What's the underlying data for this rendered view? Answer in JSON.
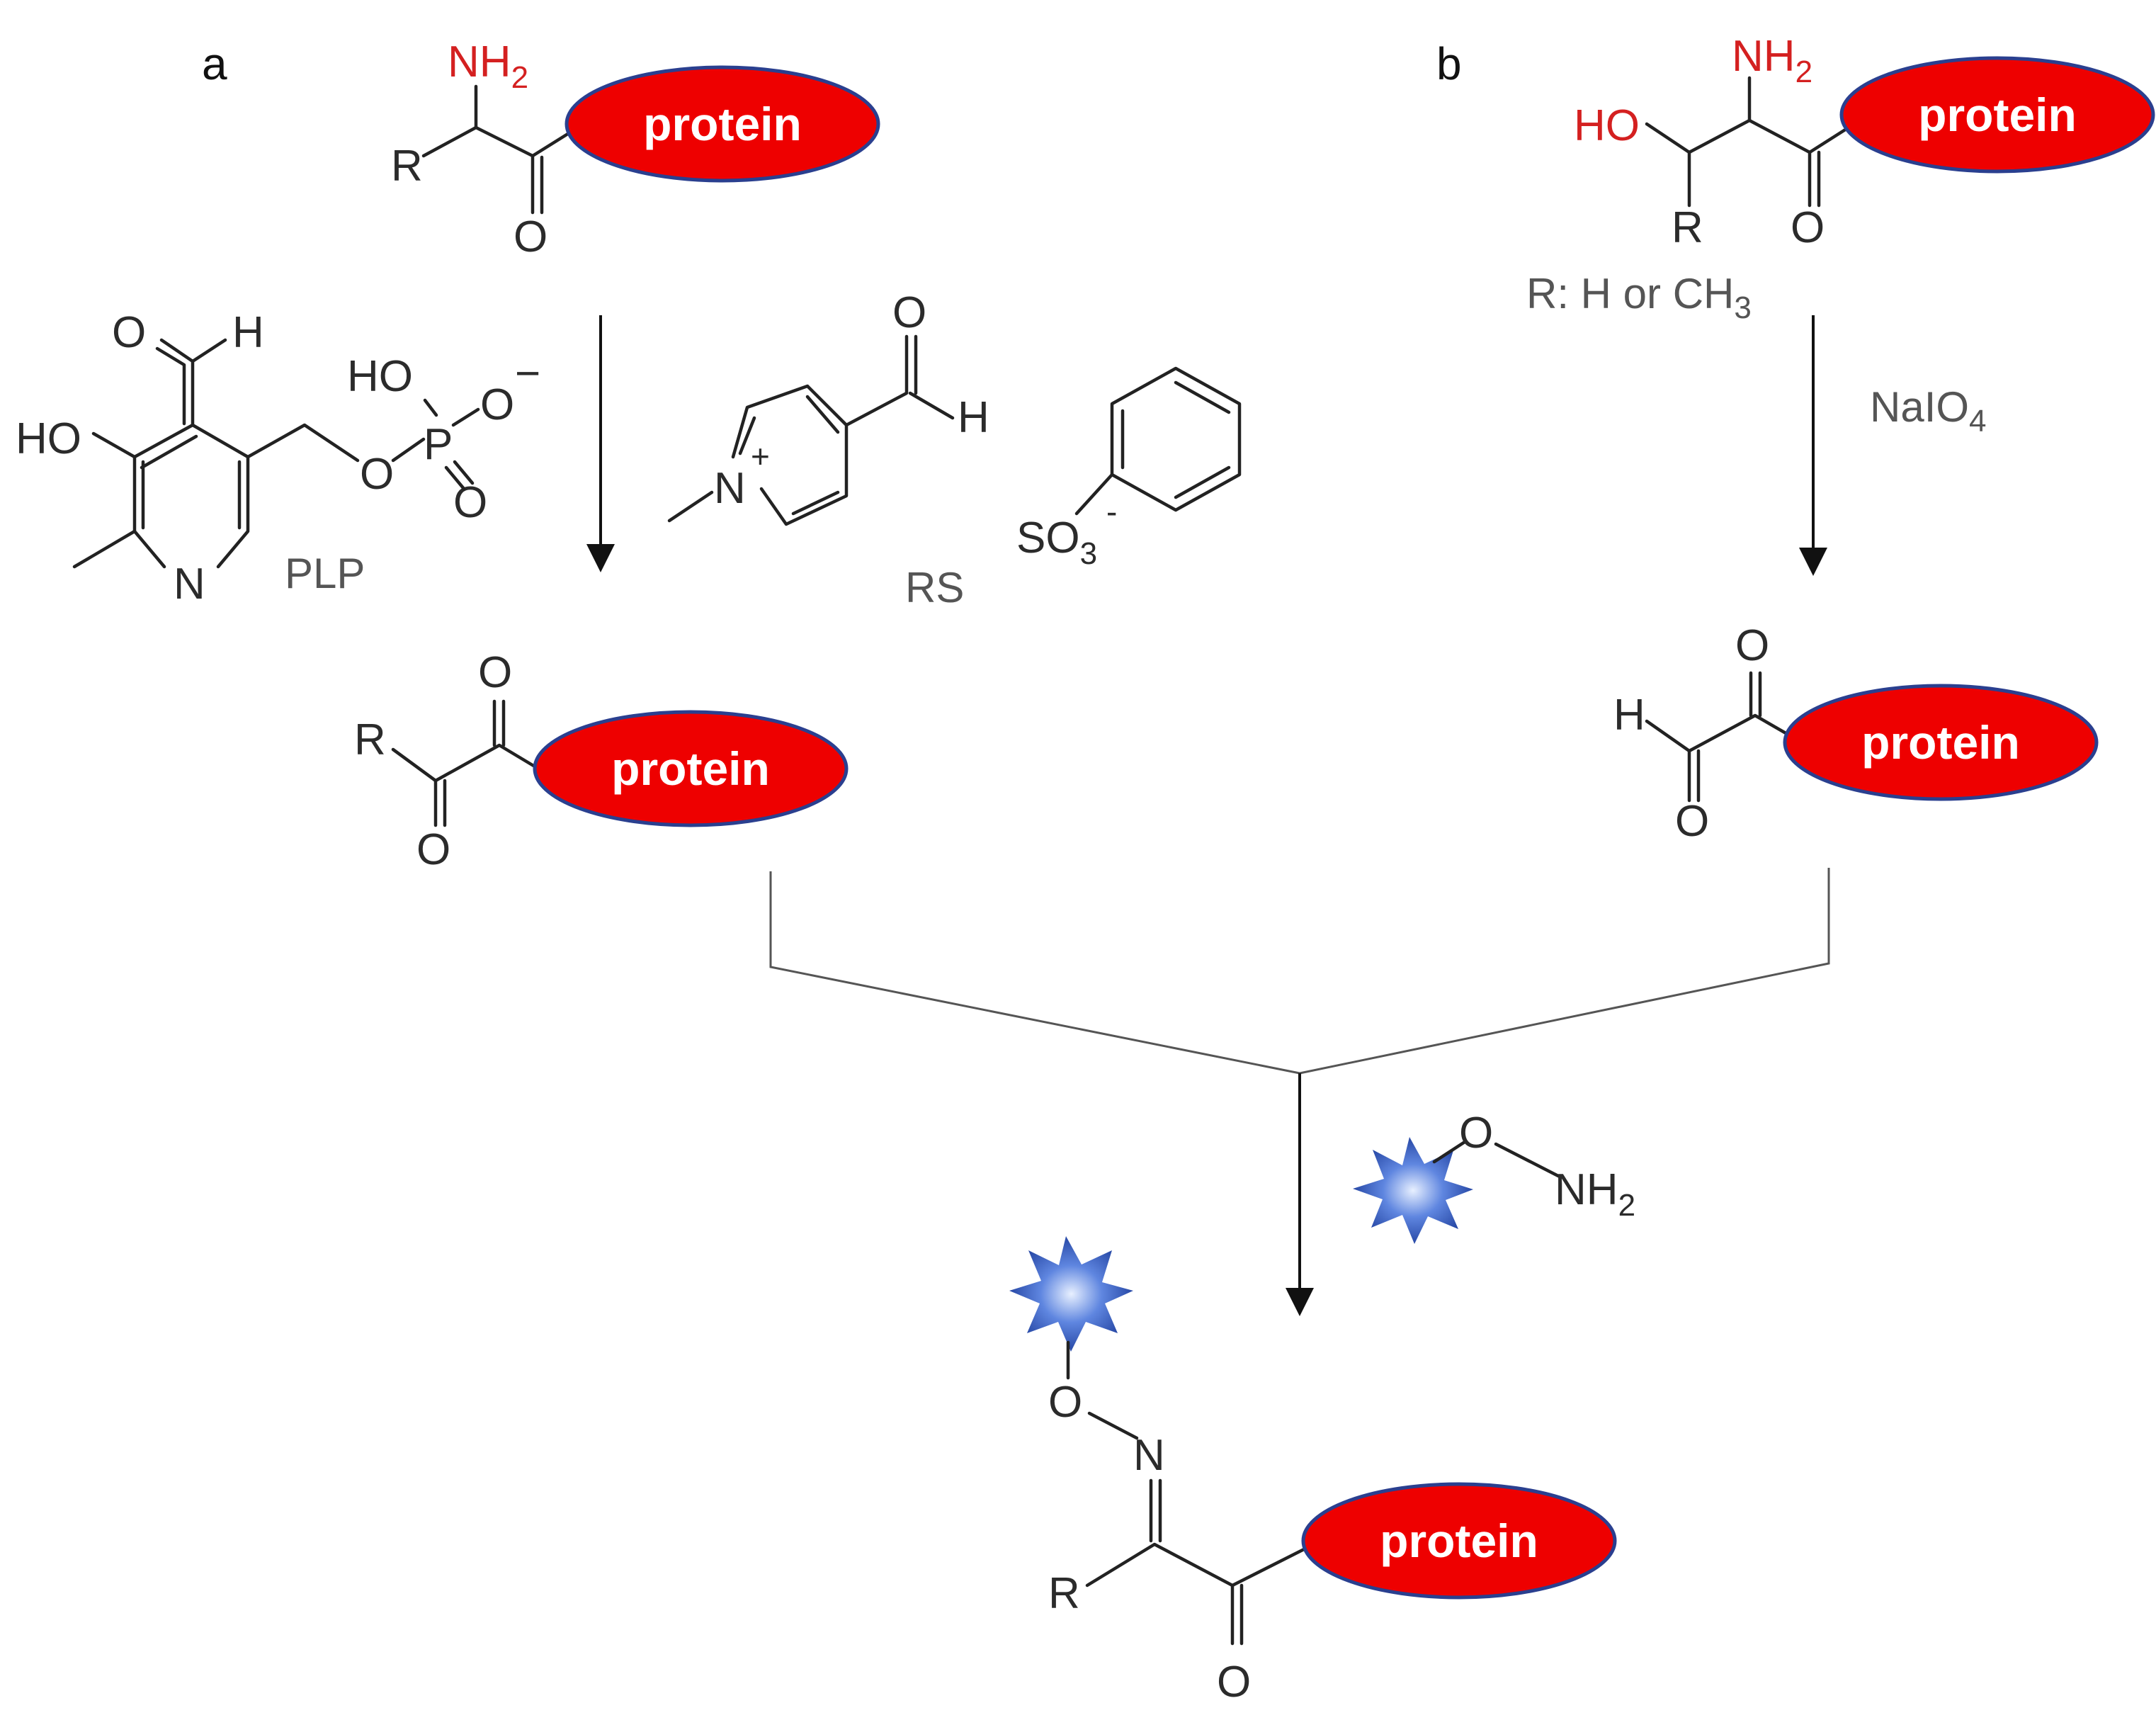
{
  "panel_labels": {
    "a": "a",
    "b": "b"
  },
  "protein_label": "protein",
  "atoms": {
    "NH": "NH",
    "two": "2",
    "HO": "HO",
    "R": "R",
    "O": "O",
    "H": "H",
    "N": "N",
    "P": "P",
    "plus": "+",
    "minus": "−",
    "SO": "SO",
    "three": "3",
    "sulf_minus": "-"
  },
  "reagents": {
    "plp": "PLP",
    "rs": "RS",
    "r_note_main": "R: H or CH",
    "r_note_sub": "3",
    "naio_main": "NaIO",
    "naio_sub": "4"
  },
  "colors": {
    "protein_fill": "#ee0000",
    "protein_outline": "#2a3f8f",
    "red_atoms": "#d42020",
    "star_blue": "#2b50b8"
  },
  "icons": [
    "fluorophore-star-icon"
  ]
}
